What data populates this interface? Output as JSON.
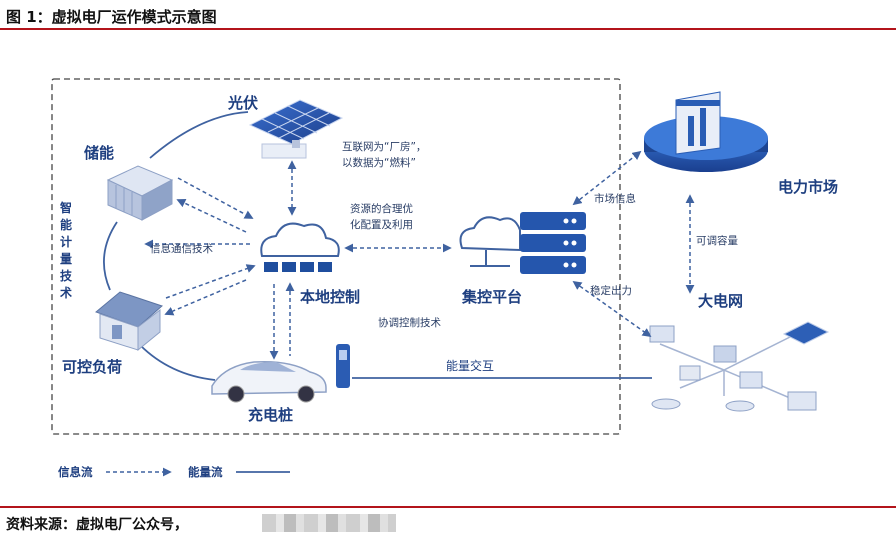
{
  "figure": {
    "title": "图 1：虚拟电厂运作模式示意图"
  },
  "nodes": {
    "solar": "光伏",
    "storage": "储能",
    "smart_tech": [
      "智",
      "能",
      "计",
      "量",
      "技",
      "术"
    ],
    "load": "可控负荷",
    "charger": "充电桩",
    "local_control": "本地控制",
    "platform": "集控平台",
    "market": "电力市场",
    "grid": "大电网"
  },
  "annotations": {
    "internet_factory": "互联网为“厂房”，",
    "data_fuel": "以数据为“燃料”",
    "resource_opt_1": "资源的合理优",
    "resource_opt_2": "化配置及利用",
    "info_comm": "信息通信技术",
    "coord_control": "协调控制技术",
    "market_info": "市场信息",
    "adjustable_capacity": "可调容量",
    "stable_output": "稳定出力",
    "energy_exchange": "能量交互"
  },
  "legend": {
    "info_flow": "信息流",
    "energy_flow": "能量流"
  },
  "source": "资料来源：虚拟电厂公众号，",
  "colors": {
    "accent_red": "#b3141b",
    "label_blue": "#1e3f80",
    "arrow_blue": "#3f62a0"
  }
}
